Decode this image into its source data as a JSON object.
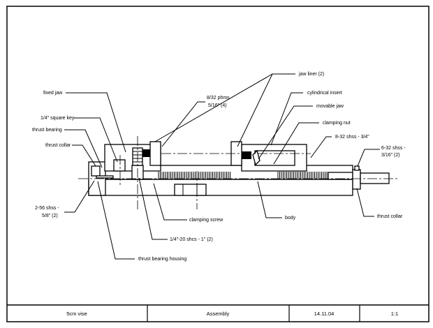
{
  "labels": {
    "fixed_jaw": "fixed jaw",
    "square_key": "1/4\" square key",
    "thrust_bearing": "thrust bearing",
    "thrust_collar_left": "thrust collar",
    "phms_1": "8/32 phms -",
    "phms_2": "5/16\" (4)",
    "jaw_liner": "jaw liner (2)",
    "cylindrical_insert": "cylindrical insert",
    "movable_jaw": "movable jaw",
    "clamping_nut": "clamping nut",
    "shss_834": "8-32 shss - 3/4\"",
    "shss_632_1": "6-32 shss -",
    "shss_632_2": "3/16\" (2)",
    "shss_256_1": "2-56 shss -",
    "shss_256_2": "5/8\" (2)",
    "clamping_screw": "clamping screw",
    "body": "body",
    "thrust_collar_right": "thrust collar",
    "shcs": "1/4\"-20 shcs - 1\" (2)",
    "thrust_bearing_housing": "thrust bearing housing"
  },
  "title_block": {
    "name": "5cm vise",
    "type": "Assembly",
    "date": "14.11.04",
    "scale": "1:1"
  }
}
